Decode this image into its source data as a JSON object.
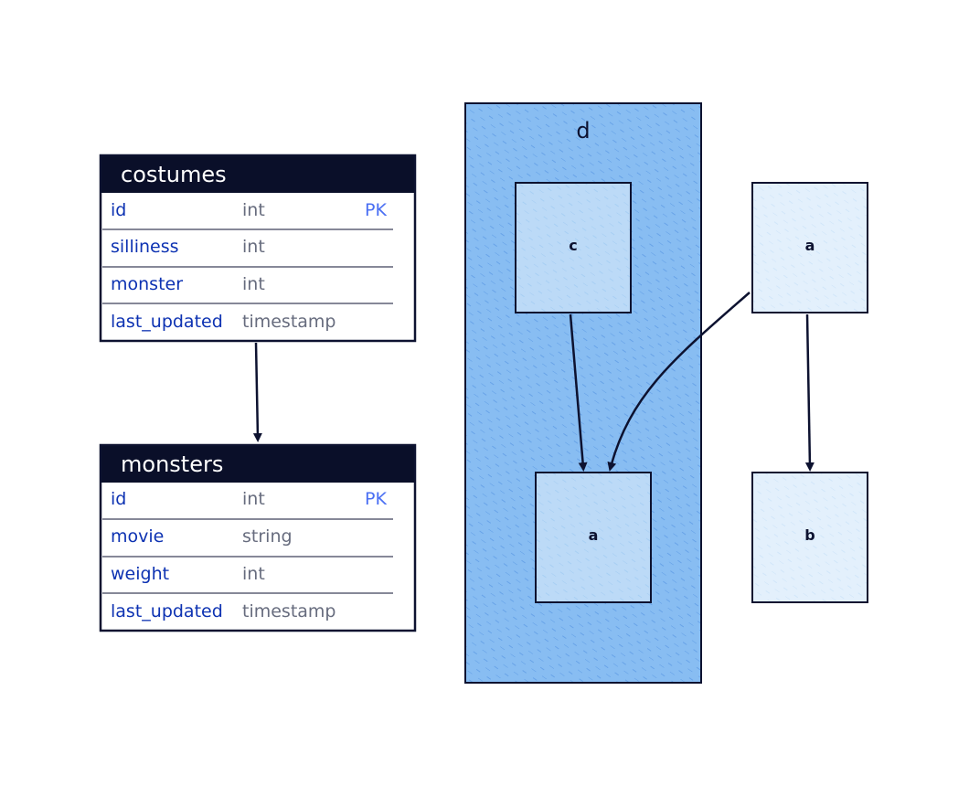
{
  "tables": [
    {
      "name": "costumes",
      "rows": [
        {
          "field": "id",
          "type": "int",
          "key": "PK"
        },
        {
          "field": "silliness",
          "type": "int",
          "key": ""
        },
        {
          "field": "monster",
          "type": "int",
          "key": ""
        },
        {
          "field": "last_updated",
          "type": "timestamp",
          "key": ""
        }
      ]
    },
    {
      "name": "monsters",
      "rows": [
        {
          "field": "id",
          "type": "int",
          "key": "PK"
        },
        {
          "field": "movie",
          "type": "string",
          "key": ""
        },
        {
          "field": "weight",
          "type": "int",
          "key": ""
        },
        {
          "field": "last_updated",
          "type": "timestamp",
          "key": ""
        }
      ]
    }
  ],
  "container": {
    "label": "d"
  },
  "nodes": {
    "c_inner": "c",
    "a_inner": "a",
    "a_outer": "a",
    "b_outer": "b"
  },
  "colors": {
    "ink": "#0d1230",
    "header_bg": "#0a0f29",
    "field_blue": "#0d32b2",
    "type_gray": "#676c7e",
    "pk_blue": "#4a6ff3",
    "container_fill": "#88bdf2",
    "container_hatch": "#3f82dc",
    "inner_node_fill": "#bcdaf7",
    "outer_node_fill": "#e3f0fc"
  }
}
